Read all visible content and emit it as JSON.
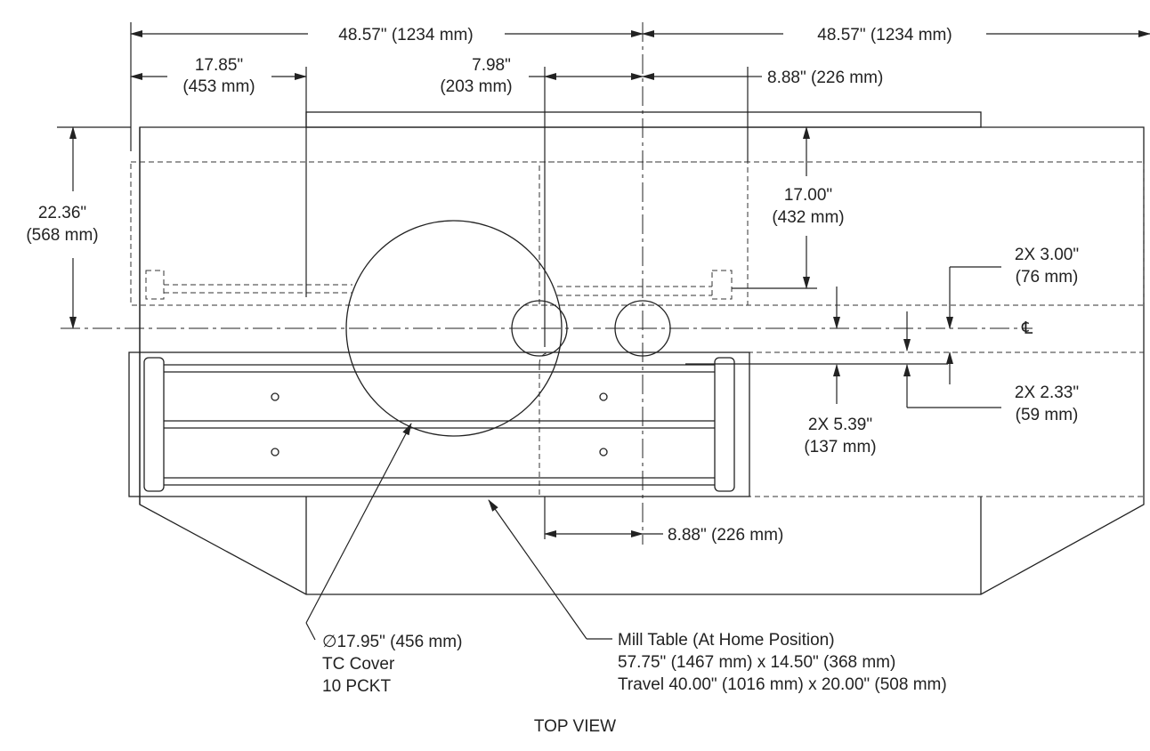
{
  "view_title": "TOP VIEW",
  "colors": {
    "line": "#222222",
    "background": "#ffffff"
  },
  "dimensions": {
    "overall_left": "48.57\" (1234 mm)",
    "overall_right": "48.57\" (1234 mm)",
    "left_offset_in": "17.85\"",
    "left_offset_mm": "(453 mm)",
    "center_offset_in": "7.98\"",
    "center_offset_mm": "(203 mm)",
    "right_offset": "8.88\" (226 mm)",
    "depth_in": "22.36\"",
    "depth_mm": "(568 mm)",
    "top_depth_in": "17.00\"",
    "top_depth_mm": "(432 mm)",
    "upper_offset_in": "2X 3.00\"",
    "upper_offset_mm": "(76 mm)",
    "lower_offset_in": "2X 2.33\"",
    "lower_offset_mm": "(59 mm)",
    "table_offset_in": "2X 5.39\"",
    "table_offset_mm": "(137 mm)",
    "bottom_offset": "8.88\" (226 mm)",
    "centerline_symbol": "℄"
  },
  "callouts": {
    "tc_cover_1": "∅17.95\" (456 mm)",
    "tc_cover_2": "TC Cover",
    "tc_cover_3": "10 PCKT",
    "mill_table_1": "Mill Table (At Home Position)",
    "mill_table_2": "57.75\" (1467 mm) x 14.50\" (368 mm)",
    "mill_table_3": "Travel 40.00\" (1016 mm) x 20.00\" (508 mm)"
  }
}
